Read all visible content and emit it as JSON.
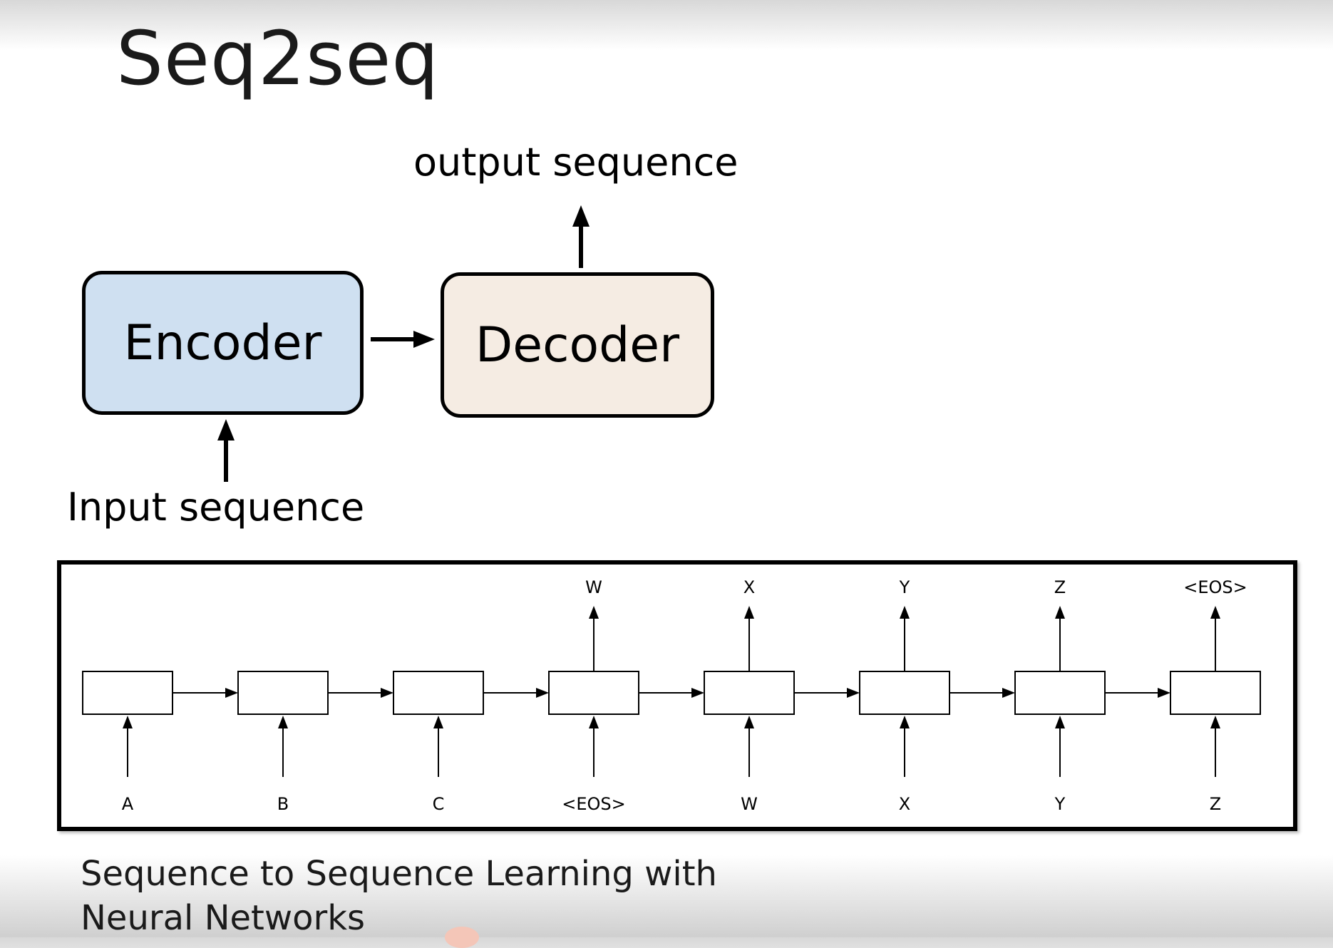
{
  "slide": {
    "title": "Seq2seq"
  },
  "overview": {
    "output_label": "output sequence",
    "input_label": "Input sequence",
    "encoder_label": "Encoder",
    "decoder_label": "Decoder",
    "colors": {
      "encoder_fill": "#cfe0f1",
      "decoder_fill": "#f5ece3",
      "stroke": "#000000"
    }
  },
  "rnn_unrolled": {
    "cells": [
      {
        "input": "A",
        "output": ""
      },
      {
        "input": "B",
        "output": ""
      },
      {
        "input": "C",
        "output": ""
      },
      {
        "input": "<EOS>",
        "output": "W"
      },
      {
        "input": "W",
        "output": "X"
      },
      {
        "input": "X",
        "output": "Y"
      },
      {
        "input": "Y",
        "output": "Z"
      },
      {
        "input": "Z",
        "output": "<EOS>"
      }
    ]
  },
  "caption": {
    "line1": "Sequence to Sequence Learning with",
    "line2": "Neural Networks"
  }
}
